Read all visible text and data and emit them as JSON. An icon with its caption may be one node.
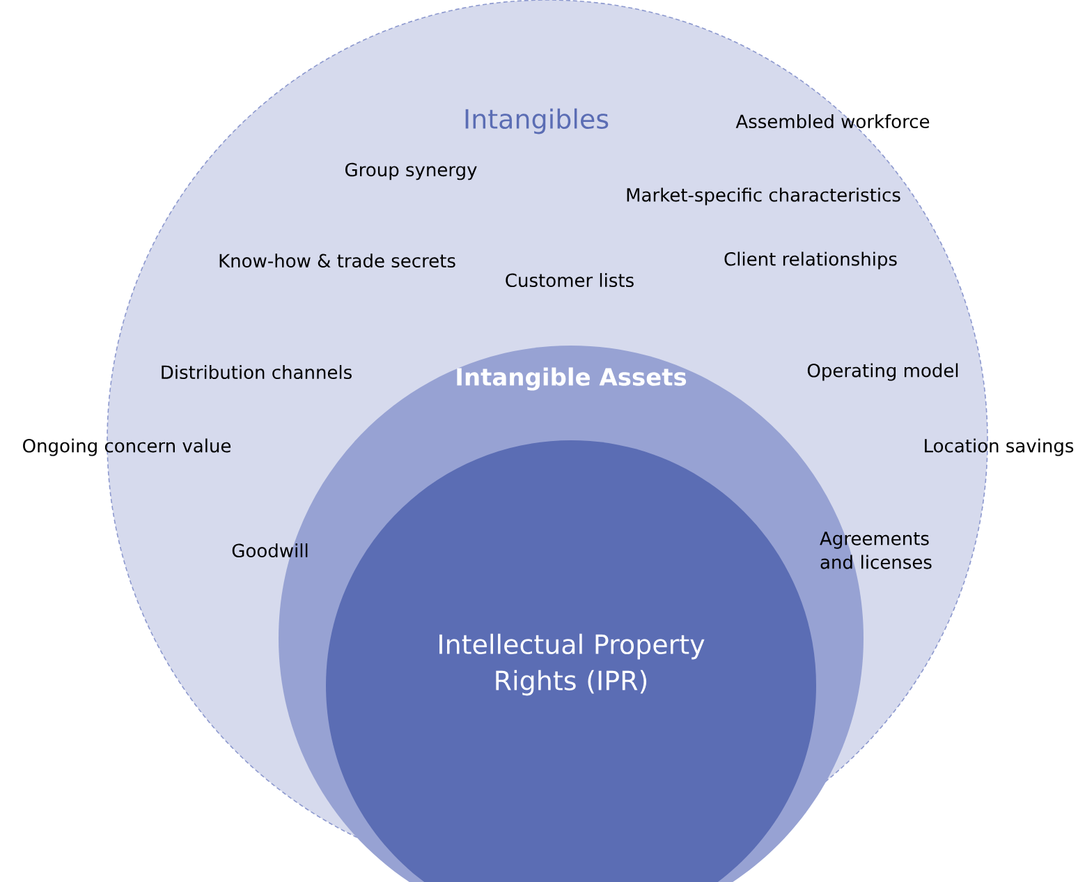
{
  "diagram": {
    "nodes": [
      {
        "text": [
          "Intangibles"
        ]
      },
      {
        "text": [
          "Intangible Assets"
        ],
        "in": 0
      },
      {
        "text": [
          "Intellectual Property Rights (IPR)"
        ],
        "in": 1
      }
    ],
    "labels": [
      "Assembled workforce",
      "Group synergy",
      "Market-specific characteristics",
      "Know-how & trade secrets",
      "Client relationships",
      "Customer lists",
      "Distribution channels",
      "Operating model",
      "Ongoing concern value",
      "Location savings",
      "Goodwill",
      "Agreements and licenses"
    ]
  }
}
